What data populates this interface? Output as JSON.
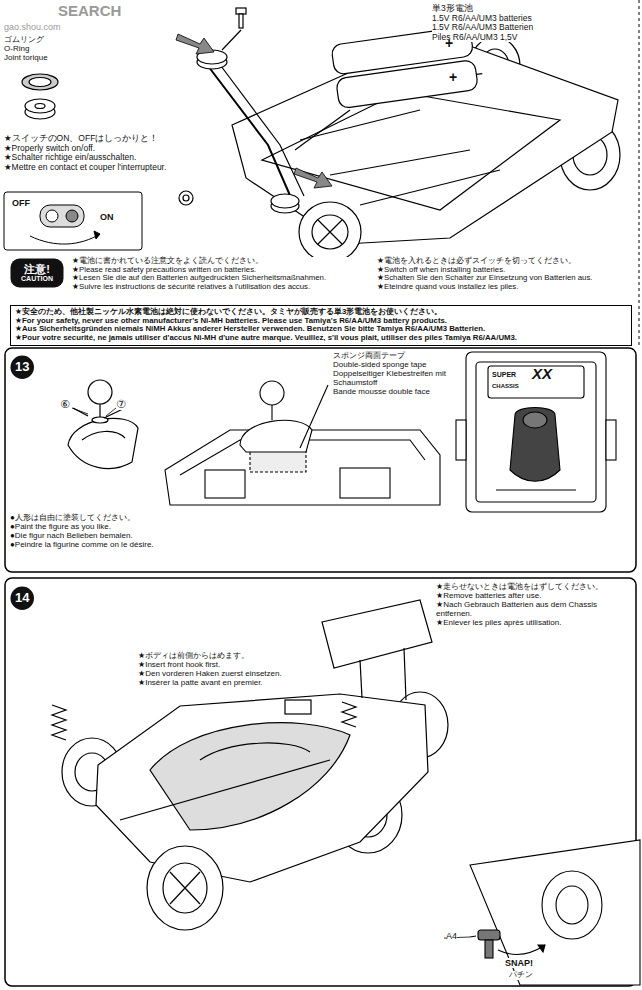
{
  "diagram": {
    "nodes": [
      {
        "text": [
          "注意!",
          "CAUTION"
        ]
      },
      {
        "text": [
          "13"
        ]
      },
      {
        "text": [
          "14"
        ]
      }
    ],
    "labels": [
      "SEARCH",
      "gao.shou.com",
      "単3形電池",
      "1.5V R6/AA/UM3 batteries",
      "1.5V R6/AA/UM3 Batterien",
      "Piles R6/AA/UM3 1,5V",
      "ゴムリング",
      "O-Ring",
      "Joint torique",
      "★スイッチのON、OFFはしっかりと！",
      "★Properly switch on/off.",
      "★Schalter richtige ein/ausschalten.",
      "★Mettre en contact et couper l'interrupteur.",
      "OFF",
      "ON",
      "+",
      "+",
      "★電池に書かれている注意文をよく読んでください。",
      "★Please read safety precautions written on batteries.",
      "★Lesen Sie die auf den Batterien aufgedruckten Sicherheitsmaßnahmen.",
      "★Suivre les instructions de sécurité relatives à l'utilisation des accus.",
      "★電池を入れるときは必ずスイッチを切ってください。",
      "★Switch off when installing batteries.",
      "★Schalten Sie den Schalter zur Einsetzung von Batterien aus.",
      "★Eteindre quand vous installez les piles.",
      "★安全のため、他社製ニッケル水素電池は絶対に使わないでください。タミヤが販売する単3形電池をお使いください。",
      "★For your safety, never use other manufacturer's Ni-MH batteries. Please use Tamiya's R6/AA/UM3 battery products.",
      "★Aus Sicherheitsgründen niemals NiMH Akkus anderer Hersteller verwenden. Benutzen Sie bitte Tamiya R6/AA/UM3 Batterien.",
      "★Pour votre securité, ne jamais utiliser d'accus Ni-MH d'une autre marque. Veuillez, s'il vous plait, utiliser des piles Tamiya R6/AA/UM3.",
      "⑥",
      "⑦",
      "スポンジ両面テープ",
      "Double-sided sponge tape",
      "Doppelseitiger Klebestreifen mit Schaumstoff",
      "Bande mousse double face",
      "●人形は自由に塗装してください。",
      "●Paint the figure as you like.",
      "●Die figur nach Belieben bemalen.",
      "●Peindre la figurine comme on le désire.",
      "SUPER",
      "XX",
      "CHASSIS",
      "★走らせないときは電池をはずしてください。",
      "★Remove batteries after use.",
      "★Nach Gebrauch Batterien aus dem Chassis entfernen.",
      "★Enlever les piles après utilisation.",
      "★ボディは前側からはめます。",
      "★Insert front hook first.",
      "★Den vorderen Haken zuerst einsetzen.",
      "★Insérer la patte avant en premier.",
      "A4",
      "SNAP!",
      "パチン"
    ]
  }
}
